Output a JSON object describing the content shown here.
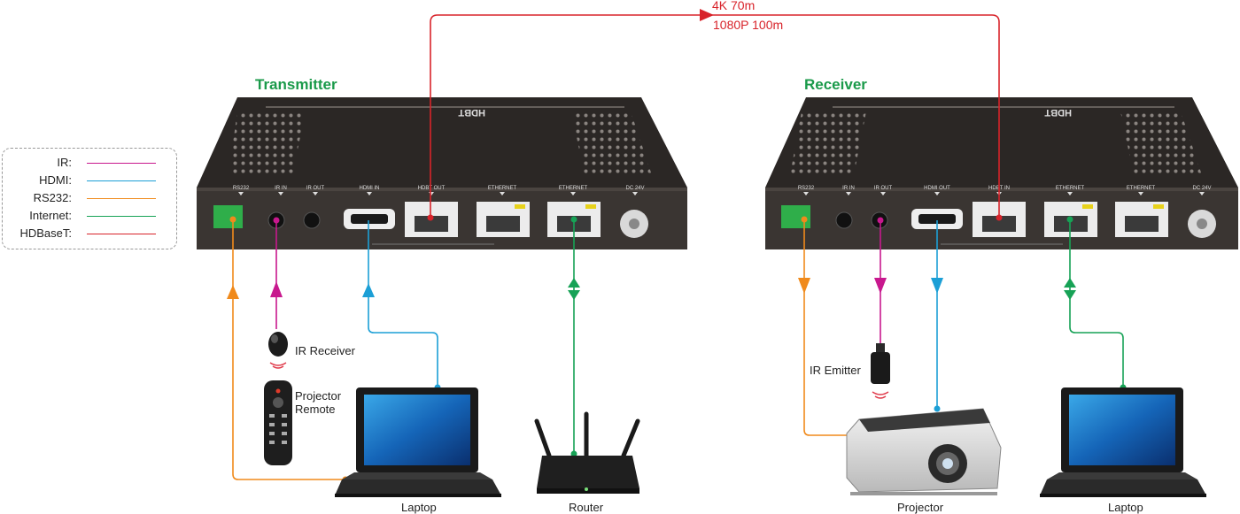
{
  "colors": {
    "ir": "#c8188e",
    "hdmi": "#1c9fd6",
    "rs232": "#f08a1c",
    "internet": "#17a256",
    "hdbaset": "#d8232a",
    "device_body": "#2b2725",
    "title_green": "#1a9a4a"
  },
  "legend": [
    {
      "label": "IR:",
      "color_key": "ir"
    },
    {
      "label": "HDMI:",
      "color_key": "hdmi"
    },
    {
      "label": "RS232:",
      "color_key": "rs232"
    },
    {
      "label": "Internet:",
      "color_key": "internet"
    },
    {
      "label": "HDBaseT:",
      "color_key": "hdbaset"
    }
  ],
  "link": {
    "line1": "4K 70m",
    "line2": "1080P 100m"
  },
  "transmitter": {
    "title": "Transmitter",
    "ports": [
      "RS232",
      "IR IN",
      "IR OUT",
      "HDMI IN",
      "HDBT OUT",
      "ETHERNET",
      "ETHERNET",
      "DC 24V"
    ]
  },
  "receiver": {
    "title": "Receiver",
    "ports": [
      "RS232",
      "IR IN",
      "IR OUT",
      "HDMI OUT",
      "HDBT IN",
      "ETHERNET",
      "ETHERNET",
      "DC 24V"
    ]
  },
  "brand_mark": "HDBT",
  "devices": {
    "ir_receiver": "IR Receiver",
    "projector_remote_1": "Projector",
    "projector_remote_2": "Remote",
    "laptop_left": "Laptop",
    "router": "Router",
    "ir_emitter": "IR Emitter",
    "projector": "Projector",
    "laptop_right": "Laptop"
  }
}
